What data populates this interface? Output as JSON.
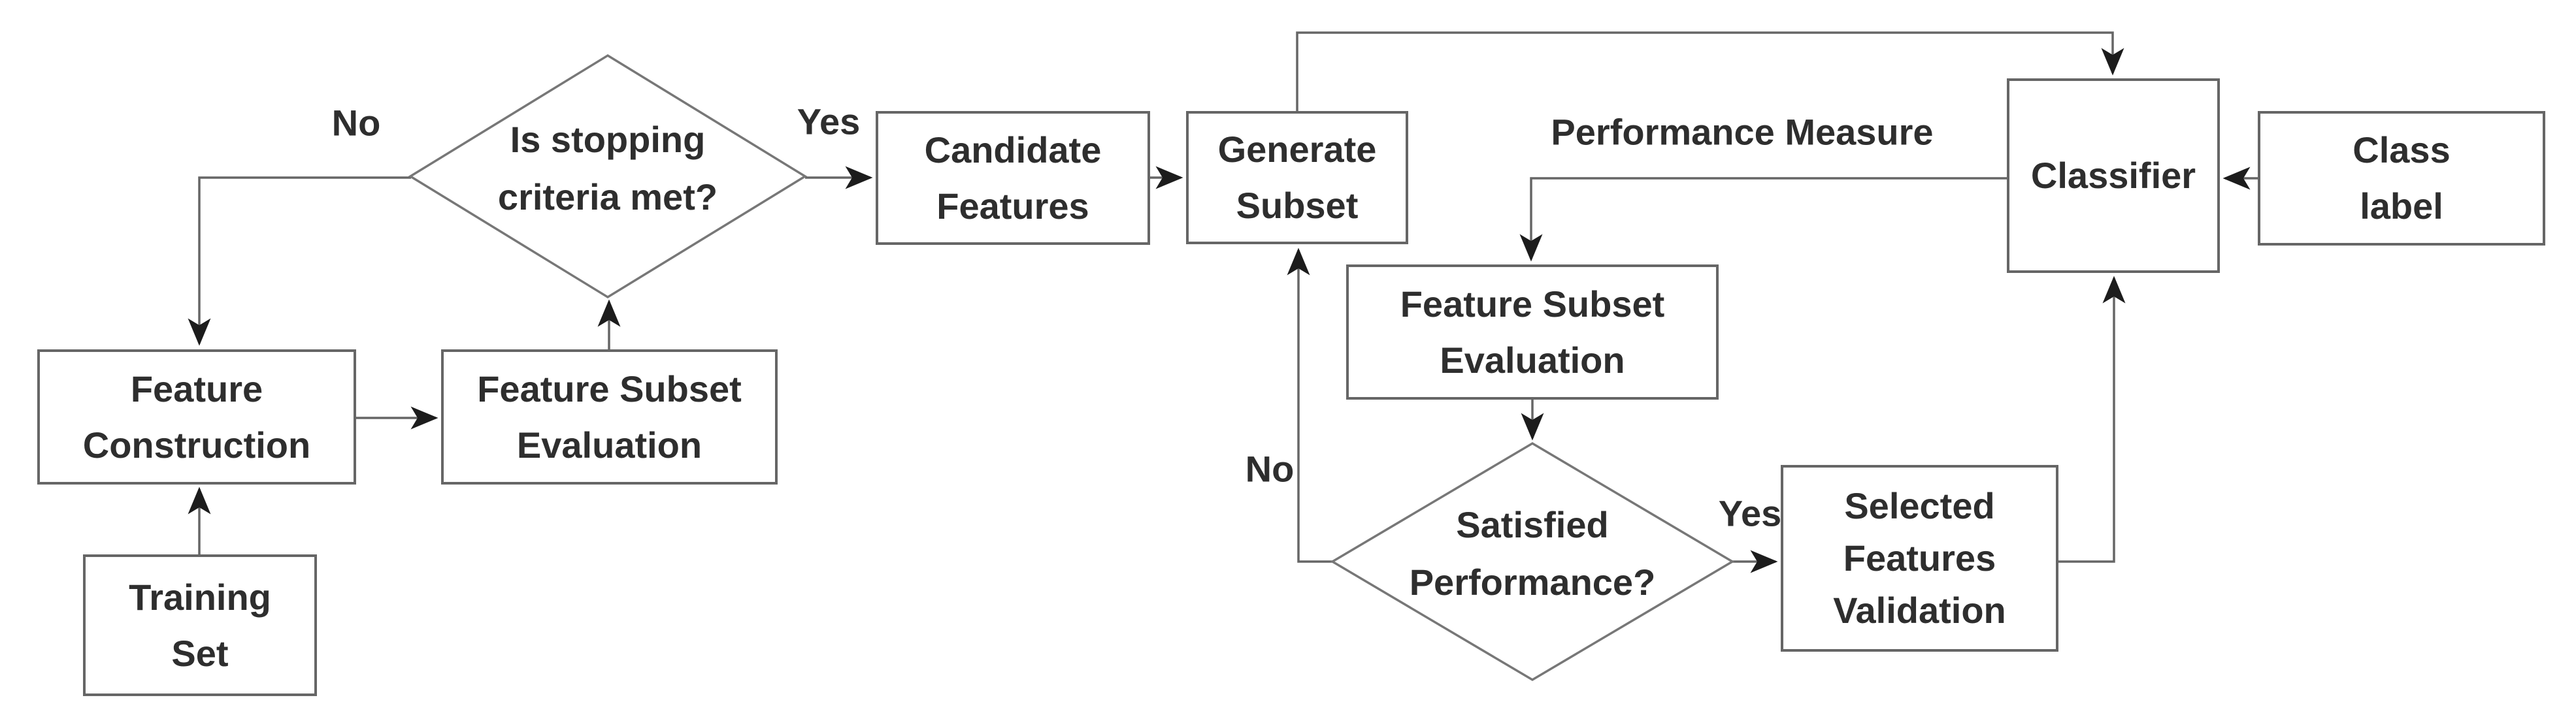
{
  "diagram_type": "flowchart",
  "colors": {
    "background": "#ffffff",
    "shape_outline": "#666666",
    "connector_line": "#666666",
    "arrowhead": "#1c1c1c",
    "text": "#2e2e2e"
  },
  "nodes": {
    "training_set": {
      "shape": "rectangle",
      "lines": [
        "Training",
        "Set"
      ]
    },
    "feature_construction": {
      "shape": "rectangle",
      "lines": [
        "Feature",
        "Construction"
      ]
    },
    "feature_subset_evaluation_left": {
      "shape": "rectangle",
      "lines": [
        "Feature Subset",
        "Evaluation"
      ]
    },
    "stopping_criteria": {
      "shape": "diamond",
      "lines": [
        "Is stopping",
        "criteria met?"
      ]
    },
    "candidate_features": {
      "shape": "rectangle",
      "lines": [
        "Candidate",
        "Features"
      ]
    },
    "generate_subset": {
      "shape": "rectangle",
      "lines": [
        "Generate",
        "Subset"
      ]
    },
    "feature_subset_evaluation_right": {
      "shape": "rectangle",
      "lines": [
        "Feature Subset",
        "Evaluation"
      ]
    },
    "satisfied_performance": {
      "shape": "diamond",
      "lines": [
        "Satisfied",
        "Performance?"
      ]
    },
    "selected_features_validation": {
      "shape": "rectangle",
      "lines": [
        "Selected",
        "Features",
        "Validation"
      ]
    },
    "classifier": {
      "shape": "rectangle",
      "lines": [
        "Classifier"
      ]
    },
    "class_label": {
      "shape": "rectangle",
      "lines": [
        "Class",
        "label"
      ]
    }
  },
  "edge_labels": {
    "stopping_no": "No",
    "stopping_yes": "Yes",
    "performance_no": "No",
    "performance_yes": "Yes",
    "performance_measure": "Performance Measure"
  }
}
